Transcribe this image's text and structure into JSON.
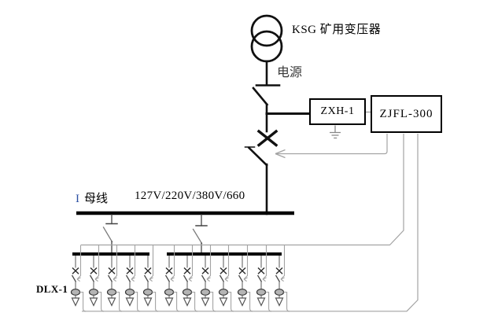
{
  "diagram": {
    "transformer_label": "KSG 矿用变压器",
    "power_label": "电源",
    "protection_box_1": "ZXH-1",
    "protection_box_2": "ZJFL-300",
    "busbar": {
      "numeral": "I",
      "name": "母线",
      "voltage": "127V/220V/380V/660"
    },
    "sensor_label": "DLX-1",
    "feeders": {
      "left_count": 5,
      "right_count": 7
    },
    "colors": {
      "power_line": "#111111",
      "branch_line": "#666666",
      "control_line": "#a3a3a3",
      "sensor_fill": "#b5b5b5",
      "busbar_numeral": "#2b4fa3"
    }
  }
}
